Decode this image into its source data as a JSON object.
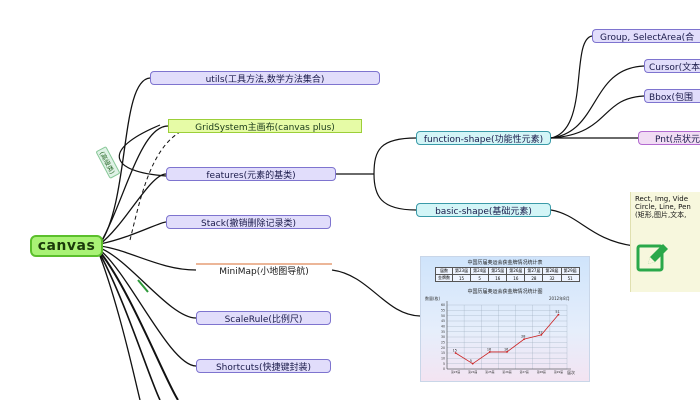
{
  "root": {
    "label": "canvas"
  },
  "branches": {
    "utils": "utils(工具方法,数学方法集合)",
    "gridsystem": "GridSystem主画布(canvas plus)",
    "features": "features(元素的基类)",
    "stack": "Stack(撤销删除记录类)",
    "minimap": "MiniMap(小地图导航)",
    "scalerule": "ScaleRule(比例尺)",
    "shortcuts": "Shortcuts(快捷键封装)"
  },
  "features_children": {
    "function_shape": "function-shape(功能性元素)",
    "basic_shape": "basic-shape(基础元素)"
  },
  "function_shape_children": {
    "group": "Group, SelectArea(合",
    "cursor": "Cursor(文本",
    "bbox": "Bbox(包围",
    "pnt": "Pnt(点状元"
  },
  "tags": {
    "relation": "(高级类)"
  },
  "basic_note": {
    "line1": "Rect, Img, Vide",
    "line2": "Circle, Line, Pen",
    "line3": "(矩形,图片,文本,"
  },
  "image_card": {
    "title": "中国历届奥运会获金牌情况统计表",
    "table_headers": [
      "届数",
      "第23届",
      "第24届",
      "第25届",
      "第26届",
      "第27届",
      "第28届",
      "第29届"
    ],
    "table_row_label": "金牌数",
    "table_values": [
      "15",
      "5",
      "16",
      "16",
      "28",
      "32",
      "51"
    ],
    "chart_title": "中国历届奥运会获金牌情况统计图",
    "chart_date": "2012年8月",
    "chart_ylabel": "数量(枚)",
    "chart_xlabel": "届次"
  },
  "chart_data": {
    "type": "line",
    "title": "中国历届奥运会获金牌情况统计图",
    "categories": [
      "第23届",
      "第24届",
      "第25届",
      "第26届",
      "第27届",
      "第28届",
      "第29届"
    ],
    "values": [
      15,
      5,
      16,
      16,
      28,
      32,
      51
    ],
    "ylim": [
      0,
      60
    ],
    "ylabel": "数量(枚)",
    "xlabel": "届次",
    "grid": true
  },
  "colors": {
    "root_fill": "#a9f276",
    "lavender_fill": "#e1ddfb",
    "cyan_fill": "#d3f5f7",
    "green_fill": "#e6fba6",
    "pink_fill": "#f1dcf4",
    "chart_line": "#cc2222"
  },
  "icons": {
    "note_icon": "edit-pen-icon"
  }
}
